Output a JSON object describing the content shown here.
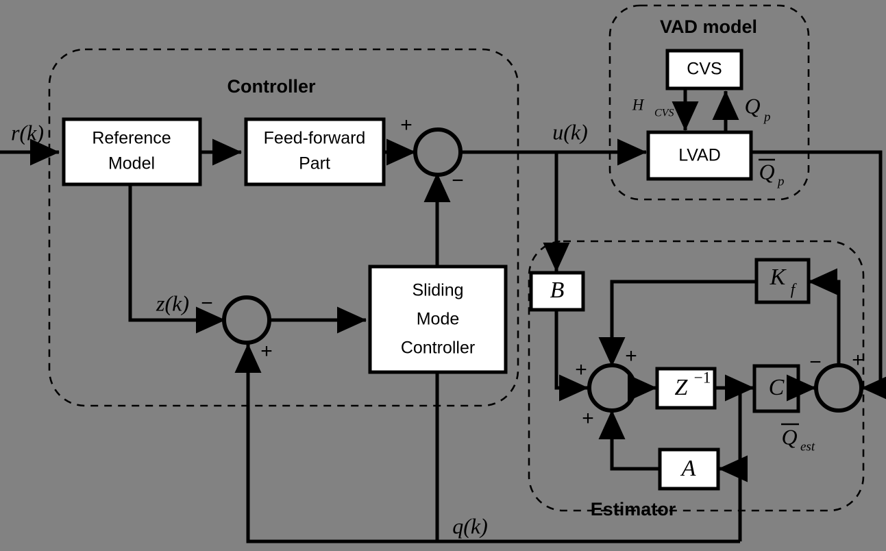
{
  "diagram": {
    "title": "Sliding mode control block diagram for LVAD flow regulation",
    "background_color": "#828282",
    "line_color": "#000000",
    "block_fill_white": "#ffffff"
  },
  "groups": {
    "controller": {
      "label": "Controller"
    },
    "vad_model": {
      "label": "VAD model"
    },
    "estimator": {
      "label": "Estimator"
    }
  },
  "blocks": {
    "reference_model": {
      "line1": "Reference",
      "line2": "Model"
    },
    "feed_forward": {
      "line1": "Feed-forward",
      "line2": "Part"
    },
    "sliding_mode": {
      "line1": "Sliding",
      "line2": "Mode",
      "line3": "Controller"
    },
    "cvs": {
      "label": "CVS"
    },
    "lvad": {
      "label": "LVAD"
    },
    "gain_b": {
      "label": "B"
    },
    "gain_a": {
      "label": "A"
    },
    "gain_c": {
      "label": "C"
    },
    "gain_kf": {
      "label": "K",
      "sub": "f"
    },
    "delay_z": {
      "label": "Z",
      "sup": "−1"
    }
  },
  "signals": {
    "reference_input": "r(k)",
    "control_output": "u(k)",
    "model_state": "z(k)",
    "flow_feedback": "q(k)",
    "cvs_head": {
      "base": "H",
      "sub": "CVS"
    },
    "pump_flow": {
      "base": "Q",
      "sub": "p"
    },
    "pump_flow_mean": {
      "base": "Q",
      "sub": "p",
      "overbar": true
    },
    "estimated_flow": {
      "base": "Q",
      "sub": "est",
      "overbar": true
    }
  },
  "signs": {
    "main_sum_plus": "+",
    "main_sum_minus": "−",
    "error_sum_minus": "−",
    "error_sum_plus": "+",
    "est_sum_left_plus": "+",
    "est_sum_top_plus": "+",
    "est_sum_bottom_plus": "+",
    "innov_sum_minus": "−",
    "innov_sum_plus": "+"
  }
}
